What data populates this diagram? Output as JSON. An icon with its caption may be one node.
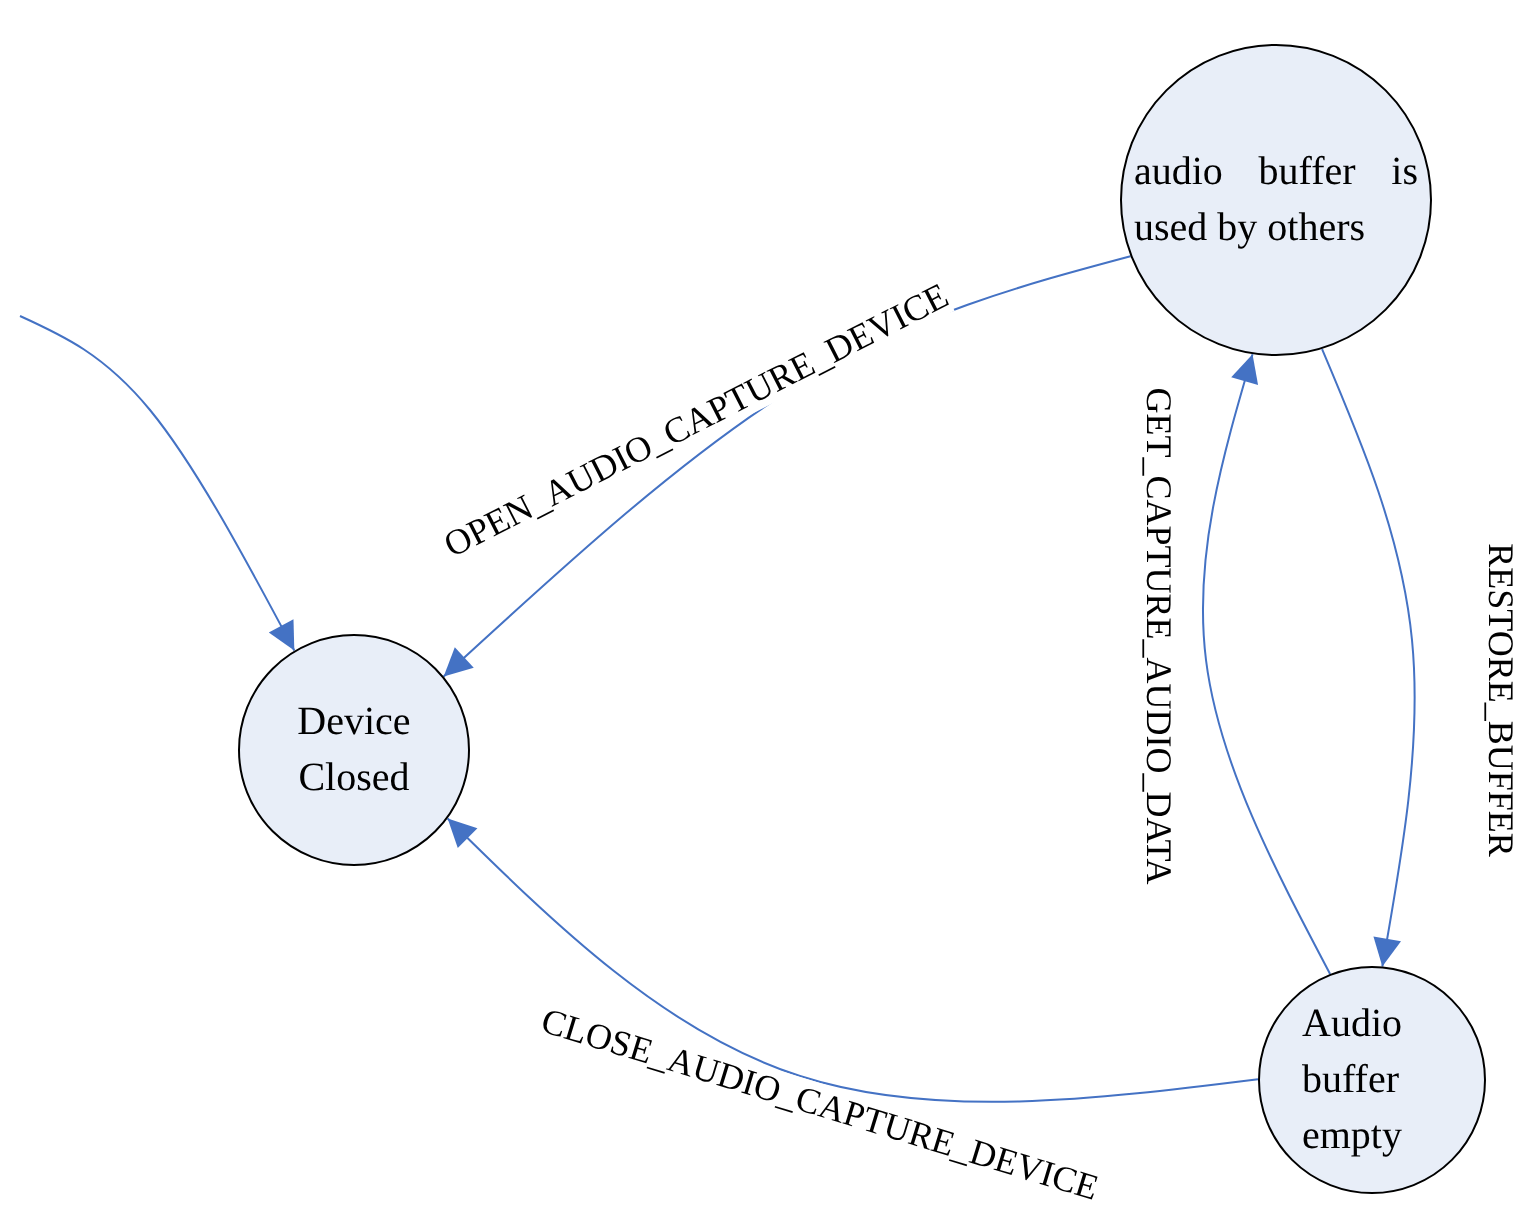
{
  "diagram": {
    "nodes": [
      {
        "text": [
          "Device Closed"
        ]
      },
      {
        "text": [
          "audio buffer is used by others"
        ]
      },
      {
        "text": [
          "Audio buffer empty"
        ]
      }
    ],
    "edges": [
      {
        "from": null,
        "to": 0,
        "arrow": "to"
      },
      {
        "from": 1,
        "to": 0,
        "arrow": "to",
        "label": "OPEN_AUDIO_CAPTURE_DEVICE"
      },
      {
        "from": 2,
        "to": 1,
        "arrow": "to",
        "label": "GET_CAPTURE_AUDIO_DATA"
      },
      {
        "from": 1,
        "to": 2,
        "arrow": "to",
        "label": "RESTORE_BUFFER"
      },
      {
        "from": 2,
        "to": 0,
        "arrow": "to",
        "label": "CLOSE_AUDIO_CAPTURE_DEVICE"
      }
    ]
  }
}
